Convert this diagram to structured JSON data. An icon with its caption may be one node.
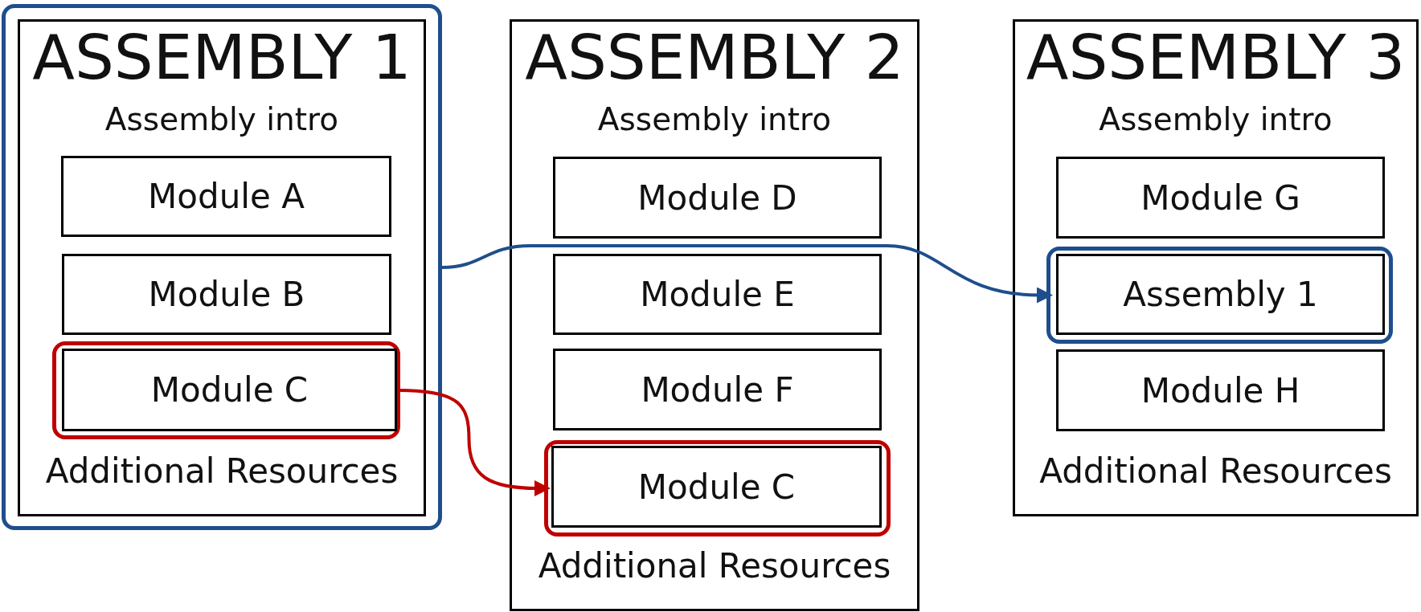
{
  "diagram": {
    "nodes": [
      {
        "text": [],
        "shape": "box"
      },
      {
        "text": [
          "ASSEMBLY 1",
          "Assembly intro",
          "Additional Resources"
        ],
        "in": 0
      },
      {
        "text": [
          "Module A"
        ],
        "in": 1
      },
      {
        "text": [
          "Module B"
        ],
        "in": 1
      },
      {
        "text": [],
        "shape": "box",
        "in": 1
      },
      {
        "text": [
          "Module C"
        ],
        "in": 4
      },
      {
        "text": [
          "ASSEMBLY 2",
          "Assembly intro",
          "Additional Resources"
        ]
      },
      {
        "text": [
          "Module D"
        ],
        "in": 6
      },
      {
        "text": [
          "Module E"
        ],
        "in": 6
      },
      {
        "text": [
          "Module F"
        ],
        "in": 6
      },
      {
        "text": [],
        "shape": "box",
        "in": 6
      },
      {
        "text": [
          "Module C"
        ],
        "in": 10
      },
      {
        "text": [
          "ASSEMBLY 3",
          "Assembly intro",
          "Additional Resources"
        ]
      },
      {
        "text": [
          "Module G"
        ],
        "in": 12
      },
      {
        "text": [],
        "shape": "box",
        "in": 12
      },
      {
        "text": [
          "Assembly 1"
        ],
        "in": 14
      },
      {
        "text": [
          "Module H"
        ],
        "in": 12
      }
    ],
    "edges": [
      {
        "from": 0,
        "to": 14,
        "arrow": "to",
        "color": "#1f4e8c"
      },
      {
        "from": 4,
        "to": 10,
        "arrow": "to",
        "color": "#c00000"
      }
    ]
  }
}
